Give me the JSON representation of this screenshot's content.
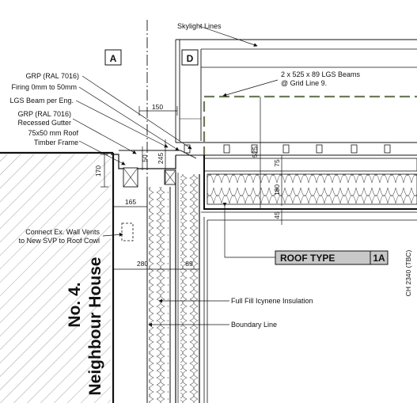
{
  "grid_markers": [
    "A",
    "D"
  ],
  "labels": {
    "skylight": "Skylight Lines",
    "beams_line1": "2 x 525 x 89 LGS Beams",
    "beams_line2": "@ Grid Line 9.",
    "grp1": "GRP (RAL 7016)",
    "firring": "Firing 0mm to 50mm",
    "lgs_beam": "LGS Beam per Eng.",
    "grp2_line1": "GRP (RAL 7016)",
    "grp2_line2": "Recessed Gutter",
    "timber_line1": "75x50 mm Roof",
    "timber_line2": "Timber Frame",
    "vents_line1": "Connect Ex. Wall Vents",
    "vents_line2": "to New SVP to Roof Cowl",
    "insulation": "Full Fill Icynene Insulation",
    "boundary": "Boundary Line",
    "neighbour_line1": "No. 4.",
    "neighbour_line2": "Neighbour House",
    "ch_note": "CH 2340 (TBC)"
  },
  "dimensions": {
    "d150": "150",
    "d50": "50",
    "d245": "245",
    "d170": "170",
    "d165": "165",
    "d280": "280",
    "d89": "89",
    "d525": "525",
    "d75": "75",
    "d180": "180",
    "d45": "45"
  },
  "roof_type": {
    "label": "ROOF TYPE",
    "code": "1A"
  },
  "colors": {
    "line": "#111111",
    "hatch": "#777777",
    "dash_green": "#6e7a5a",
    "roof_box_fill": "#c8c8c8"
  }
}
